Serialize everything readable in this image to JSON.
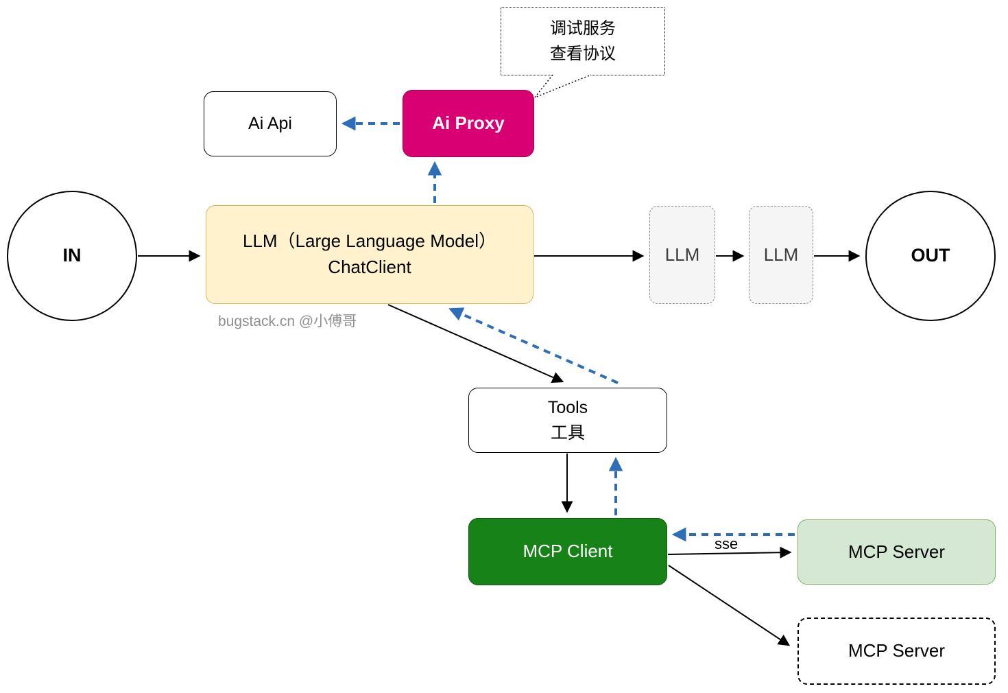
{
  "diagram": {
    "callout": {
      "line1": "调试服务",
      "line2": "查看协议"
    },
    "nodes": {
      "ai_api": {
        "label": "Ai Api"
      },
      "ai_proxy": {
        "label": "Ai Proxy"
      },
      "in": {
        "label": "IN"
      },
      "llm_main": {
        "line1": "LLM（Large Language Model）",
        "line2": "ChatClient"
      },
      "llm_small_1": {
        "label": "LLM"
      },
      "llm_small_2": {
        "label": "LLM"
      },
      "out": {
        "label": "OUT"
      },
      "tools": {
        "line1": "Tools",
        "line2": "工具"
      },
      "mcp_client": {
        "label": "MCP Client"
      },
      "mcp_server": {
        "label": "MCP Server"
      },
      "mcp_server_2": {
        "label": "MCP Server"
      }
    },
    "edges": {
      "sse_label": "sse"
    },
    "watermark": "bugstack.cn @小傅哥",
    "colors": {
      "accent_blue_dashed": "#2e6eb8",
      "ai_proxy_fill": "#d80073",
      "llm_fill": "#fff2cc",
      "llm_border": "#d6b656",
      "mcp_client_fill": "#178217",
      "mcp_server_fill": "#d5e8d4",
      "mcp_server_border": "#82b366"
    }
  }
}
